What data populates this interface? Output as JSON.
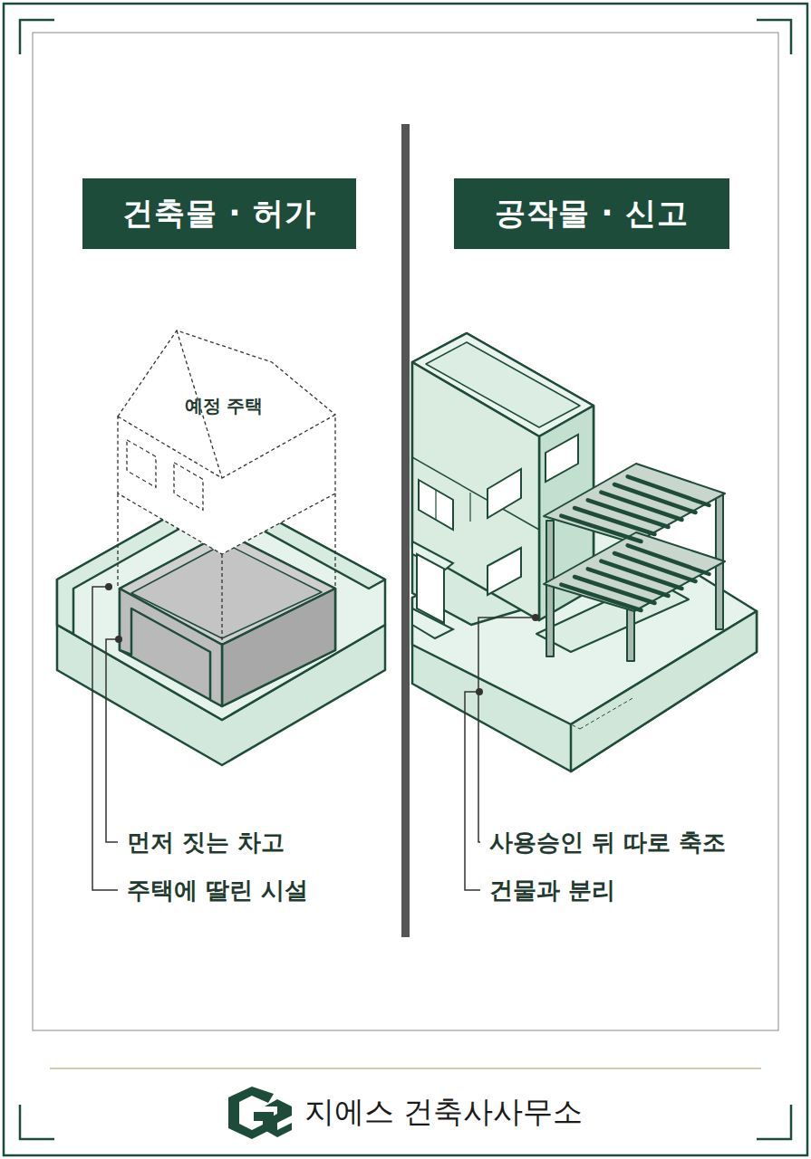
{
  "diagram": {
    "nodes": [
      {
        "text": [
          "건축물 · 허가"
        ]
      },
      {
        "text": [
          "공작물 · 신고"
        ]
      }
    ],
    "labels": [
      "예정 주택",
      "먼저 짓는 차고",
      "주택에 딸린 시설",
      "사용승인 뒤 따로 축조",
      "건물과 분리",
      "지에스 건축사사무소"
    ]
  }
}
